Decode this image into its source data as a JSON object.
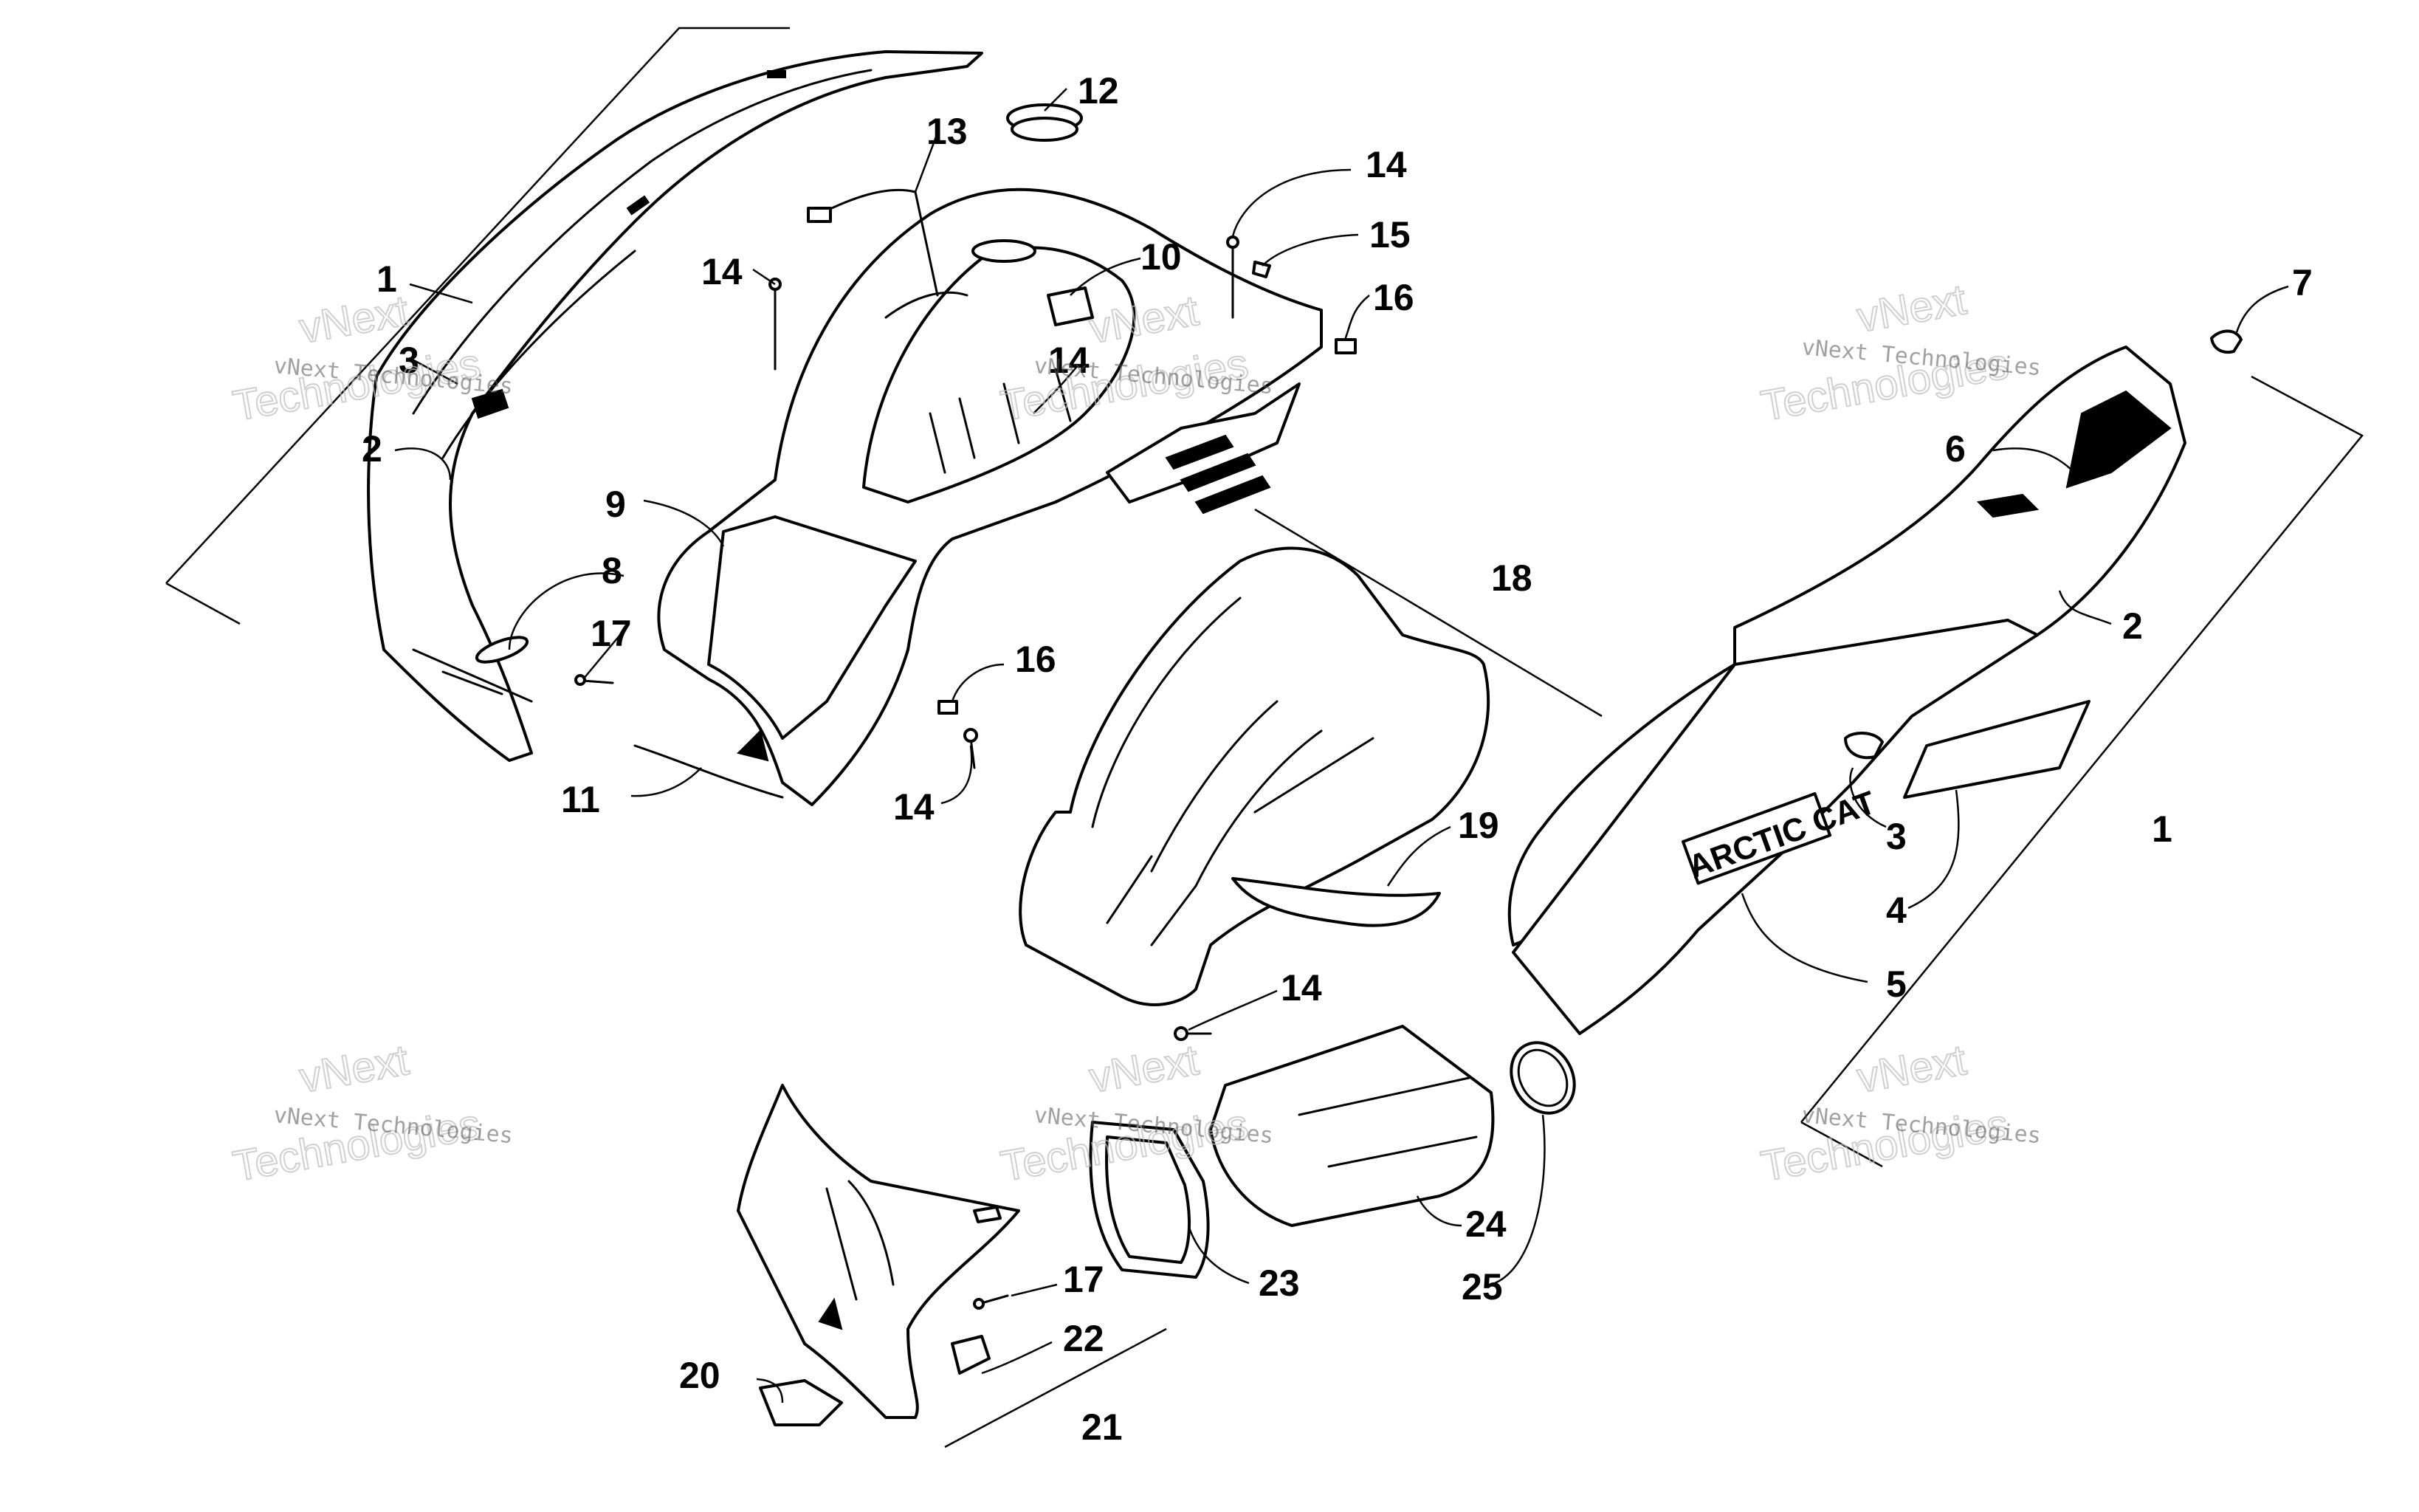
{
  "diagram": {
    "callouts": [
      {
        "id": "c1a",
        "label": "1"
      },
      {
        "id": "c2a",
        "label": "2"
      },
      {
        "id": "c3a",
        "label": "3"
      },
      {
        "id": "c8",
        "label": "8"
      },
      {
        "id": "c9",
        "label": "9"
      },
      {
        "id": "c10",
        "label": "10"
      },
      {
        "id": "c11",
        "label": "11"
      },
      {
        "id": "c12",
        "label": "12"
      },
      {
        "id": "c13",
        "label": "13"
      },
      {
        "id": "c14a",
        "label": "14"
      },
      {
        "id": "c14b",
        "label": "14"
      },
      {
        "id": "c14c",
        "label": "14"
      },
      {
        "id": "c14d",
        "label": "14"
      },
      {
        "id": "c14e",
        "label": "14"
      },
      {
        "id": "c15",
        "label": "15"
      },
      {
        "id": "c16a",
        "label": "16"
      },
      {
        "id": "c16b",
        "label": "16"
      },
      {
        "id": "c17a",
        "label": "17"
      },
      {
        "id": "c17b",
        "label": "17"
      },
      {
        "id": "c18",
        "label": "18"
      },
      {
        "id": "c19",
        "label": "19"
      },
      {
        "id": "c20",
        "label": "20"
      },
      {
        "id": "c21",
        "label": "21"
      },
      {
        "id": "c22",
        "label": "22"
      },
      {
        "id": "c23",
        "label": "23"
      },
      {
        "id": "c24",
        "label": "24"
      },
      {
        "id": "c25",
        "label": "25"
      },
      {
        "id": "c7",
        "label": "7"
      },
      {
        "id": "c6",
        "label": "6"
      },
      {
        "id": "c2b",
        "label": "2"
      },
      {
        "id": "c1b",
        "label": "1"
      },
      {
        "id": "c3b",
        "label": "3"
      },
      {
        "id": "c4",
        "label": "4"
      },
      {
        "id": "c5",
        "label": "5"
      }
    ],
    "decal_text": "ARCTIC CAT",
    "watermark": {
      "line_small": "vNext Technologies",
      "line_big_1": "vNext",
      "line_big_2": "Technologies"
    }
  }
}
